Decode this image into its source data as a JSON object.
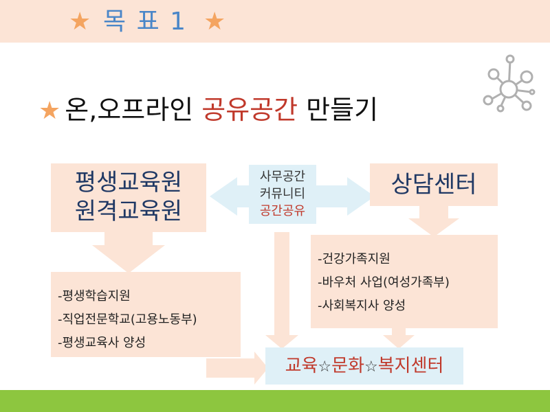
{
  "header": {
    "star_left": "★",
    "title": "목 표 1",
    "star_right": "★"
  },
  "subtitle": {
    "star": "★",
    "part1": "온,오프라인 ",
    "highlight": "공유공간",
    "part2": " 만들기"
  },
  "left_box": {
    "line1": "평생교육원",
    "line2": "원격교육원"
  },
  "center_box": {
    "line1": "사무공간",
    "line2": "커뮤니티",
    "line3": "공간공유"
  },
  "right_box": {
    "line1": "상담센터"
  },
  "left_list": [
    "-평생학습지원",
    "-직업전문학교(고용노동부)",
    "-평생교육사 양성"
  ],
  "right_list": [
    "-건강가족지원",
    "-바우처 사업(여성가족부)",
    "-사회복지사 양성"
  ],
  "bottom_box": {
    "part1": "교육",
    "star1": "☆",
    "part2": "문화",
    "star2": "☆",
    "part3": "복지센터"
  },
  "colors": {
    "accent_star": "#f4a460",
    "title_blue": "#4a86c8",
    "highlight_red": "#c0392b",
    "peach": "#fce4d6",
    "light_blue": "#dff0f7",
    "green_band": "#8dc63f"
  },
  "icons": {
    "network": "network-molecule-icon"
  }
}
